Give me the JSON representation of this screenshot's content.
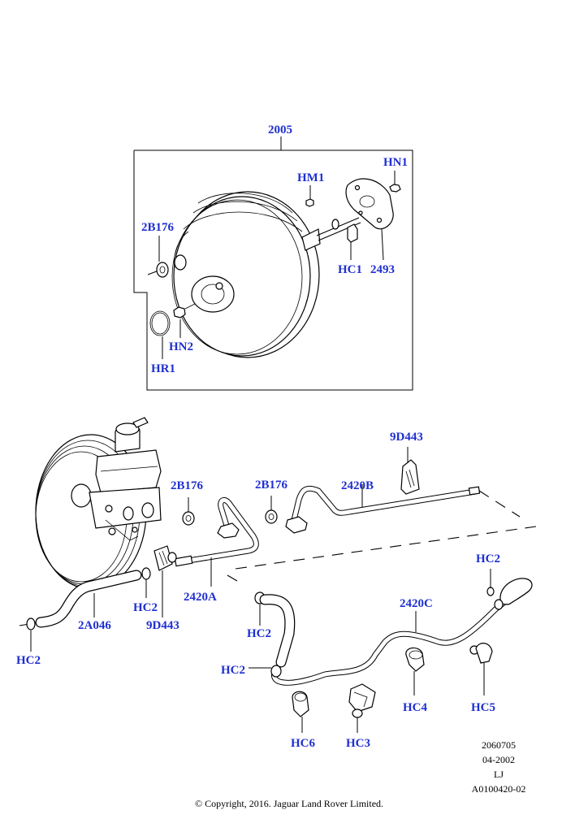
{
  "callouts": {
    "c2005": "2005",
    "hn1": "HN1",
    "hm1": "HM1",
    "b2b176_top": "2B176",
    "hc1": "HC1",
    "p2493": "2493",
    "hn2": "HN2",
    "hr1": "HR1",
    "p9d443_top": "9D443",
    "b2b176_left": "2B176",
    "b2b176_right": "2B176",
    "p2420b": "2420B",
    "hc2_right": "HC2",
    "p2420c": "2420C",
    "p2420a": "2420A",
    "hc2_mid": "HC2",
    "p9d443_low": "9D443",
    "p2a046": "2A046",
    "hc2_left": "HC2",
    "hc2_center": "HC2",
    "hc2_low": "HC2",
    "hc4": "HC4",
    "hc5": "HC5",
    "hc6": "HC6",
    "hc3": "HC3"
  },
  "meta": {
    "line1": "2060705",
    "line2": "04-2002",
    "line3": "LJ",
    "line4": "A0100420-02"
  },
  "copyright": "© Copyright, 2016. Jaguar Land Rover Limited.",
  "colors": {
    "callout": "#1f2fd0",
    "line": "#000000",
    "background": "#ffffff"
  }
}
